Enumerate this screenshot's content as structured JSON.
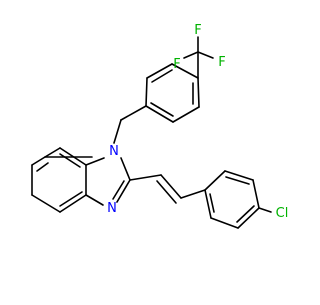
{
  "molecule": {
    "atoms": {
      "n1": "N",
      "n3": "N",
      "f1": "F",
      "f2": "F",
      "f3": "F",
      "cl": "Cl"
    },
    "colors": {
      "bond": "#000000",
      "nitrogen": "#0000ff",
      "fluorine": "#00b300",
      "chlorine": "#00b300"
    },
    "bond_types": [
      "single",
      "double",
      "double-trans"
    ]
  }
}
